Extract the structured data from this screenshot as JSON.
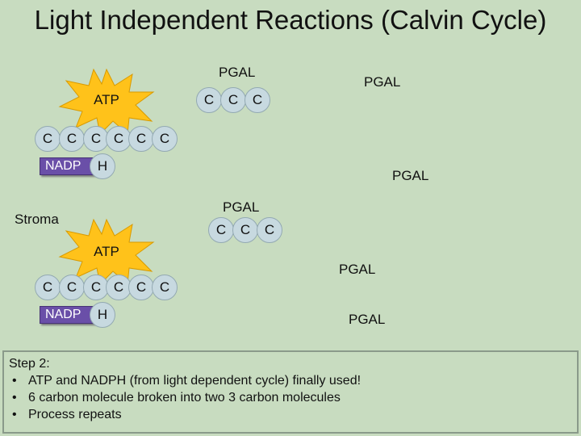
{
  "title": "Light Independent Reactions (Calvin Cycle)",
  "stroma_label": "Stroma",
  "atp_label": "ATP",
  "carbon_symbol": "C",
  "nadp_label": "NADP",
  "hydrogen_symbol": "H",
  "pgal_label": "PGAL",
  "step": {
    "heading": "Step 2:",
    "bullets": [
      "ATP and NADPH (from light dependent cycle) finally used!",
      "6 carbon molecule broken into two 3 carbon molecules",
      "Process repeats"
    ]
  },
  "colors": {
    "background": "#c8dcc0",
    "carbon_fill": "#c7d9e0",
    "atp_star": "#ffc21a",
    "nadp_fill": "#6a4fa8"
  }
}
